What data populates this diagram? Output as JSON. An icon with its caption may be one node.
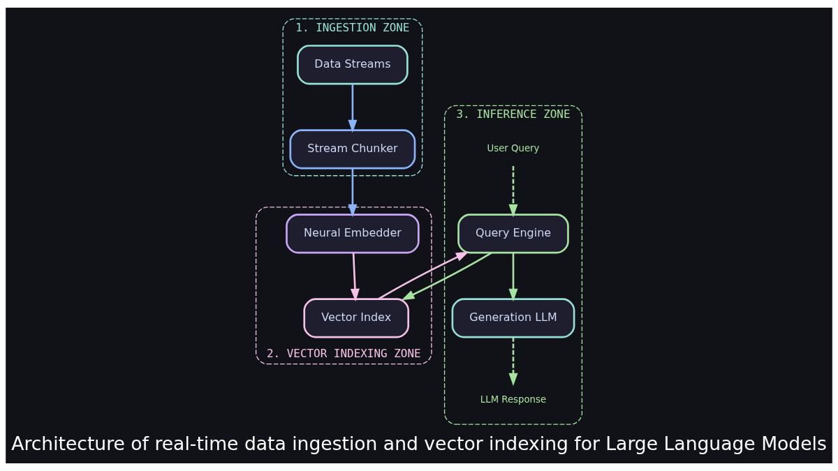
{
  "diagram": {
    "title": "Architecture of real-time data ingestion and vector indexing for Large Language Models",
    "nodes": [
      {
        "text": [
          "3. INFERENCE ZONE"
        ]
      },
      {
        "text": [
          "LLM Response"
        ],
        "in": 0
      },
      {
        "text": [
          "Generation LLM"
        ],
        "in": 0
      },
      {
        "text": [
          "Query Engine"
        ],
        "in": 0
      },
      {
        "text": [
          "User Query"
        ],
        "in": 0
      },
      {
        "text": [
          "1. INGESTION ZONE"
        ]
      },
      {
        "text": [
          "Data Streams"
        ],
        "in": 5
      },
      {
        "text": [
          "Stream Chunker"
        ],
        "in": 5
      },
      {
        "text": [
          "2. VECTOR INDEXING ZONE"
        ]
      },
      {
        "text": [
          "Neural Embedder"
        ],
        "in": 8
      },
      {
        "text": [
          "Vector Index"
        ],
        "in": 8
      }
    ],
    "edges": [
      {
        "from": 2,
        "to": 1,
        "arrow": "to",
        "style": "dashed"
      },
      {
        "from": 3,
        "to": 2,
        "arrow": "to"
      },
      {
        "from": 4,
        "to": 3,
        "arrow": "to",
        "style": "dashed"
      },
      {
        "from": 6,
        "to": 7,
        "arrow": "to",
        "color": "#89b4fa"
      },
      {
        "from": 7,
        "to": 9,
        "arrow": "to",
        "color": "#89b4fa"
      },
      {
        "from": 9,
        "to": 10,
        "arrow": "to",
        "color": "#f5c2e7"
      },
      {
        "from": 3,
        "to": 10,
        "arrow": "to"
      },
      {
        "from": 10,
        "to": 3,
        "arrow": "to",
        "color": "#f5c2e7"
      }
    ]
  }
}
